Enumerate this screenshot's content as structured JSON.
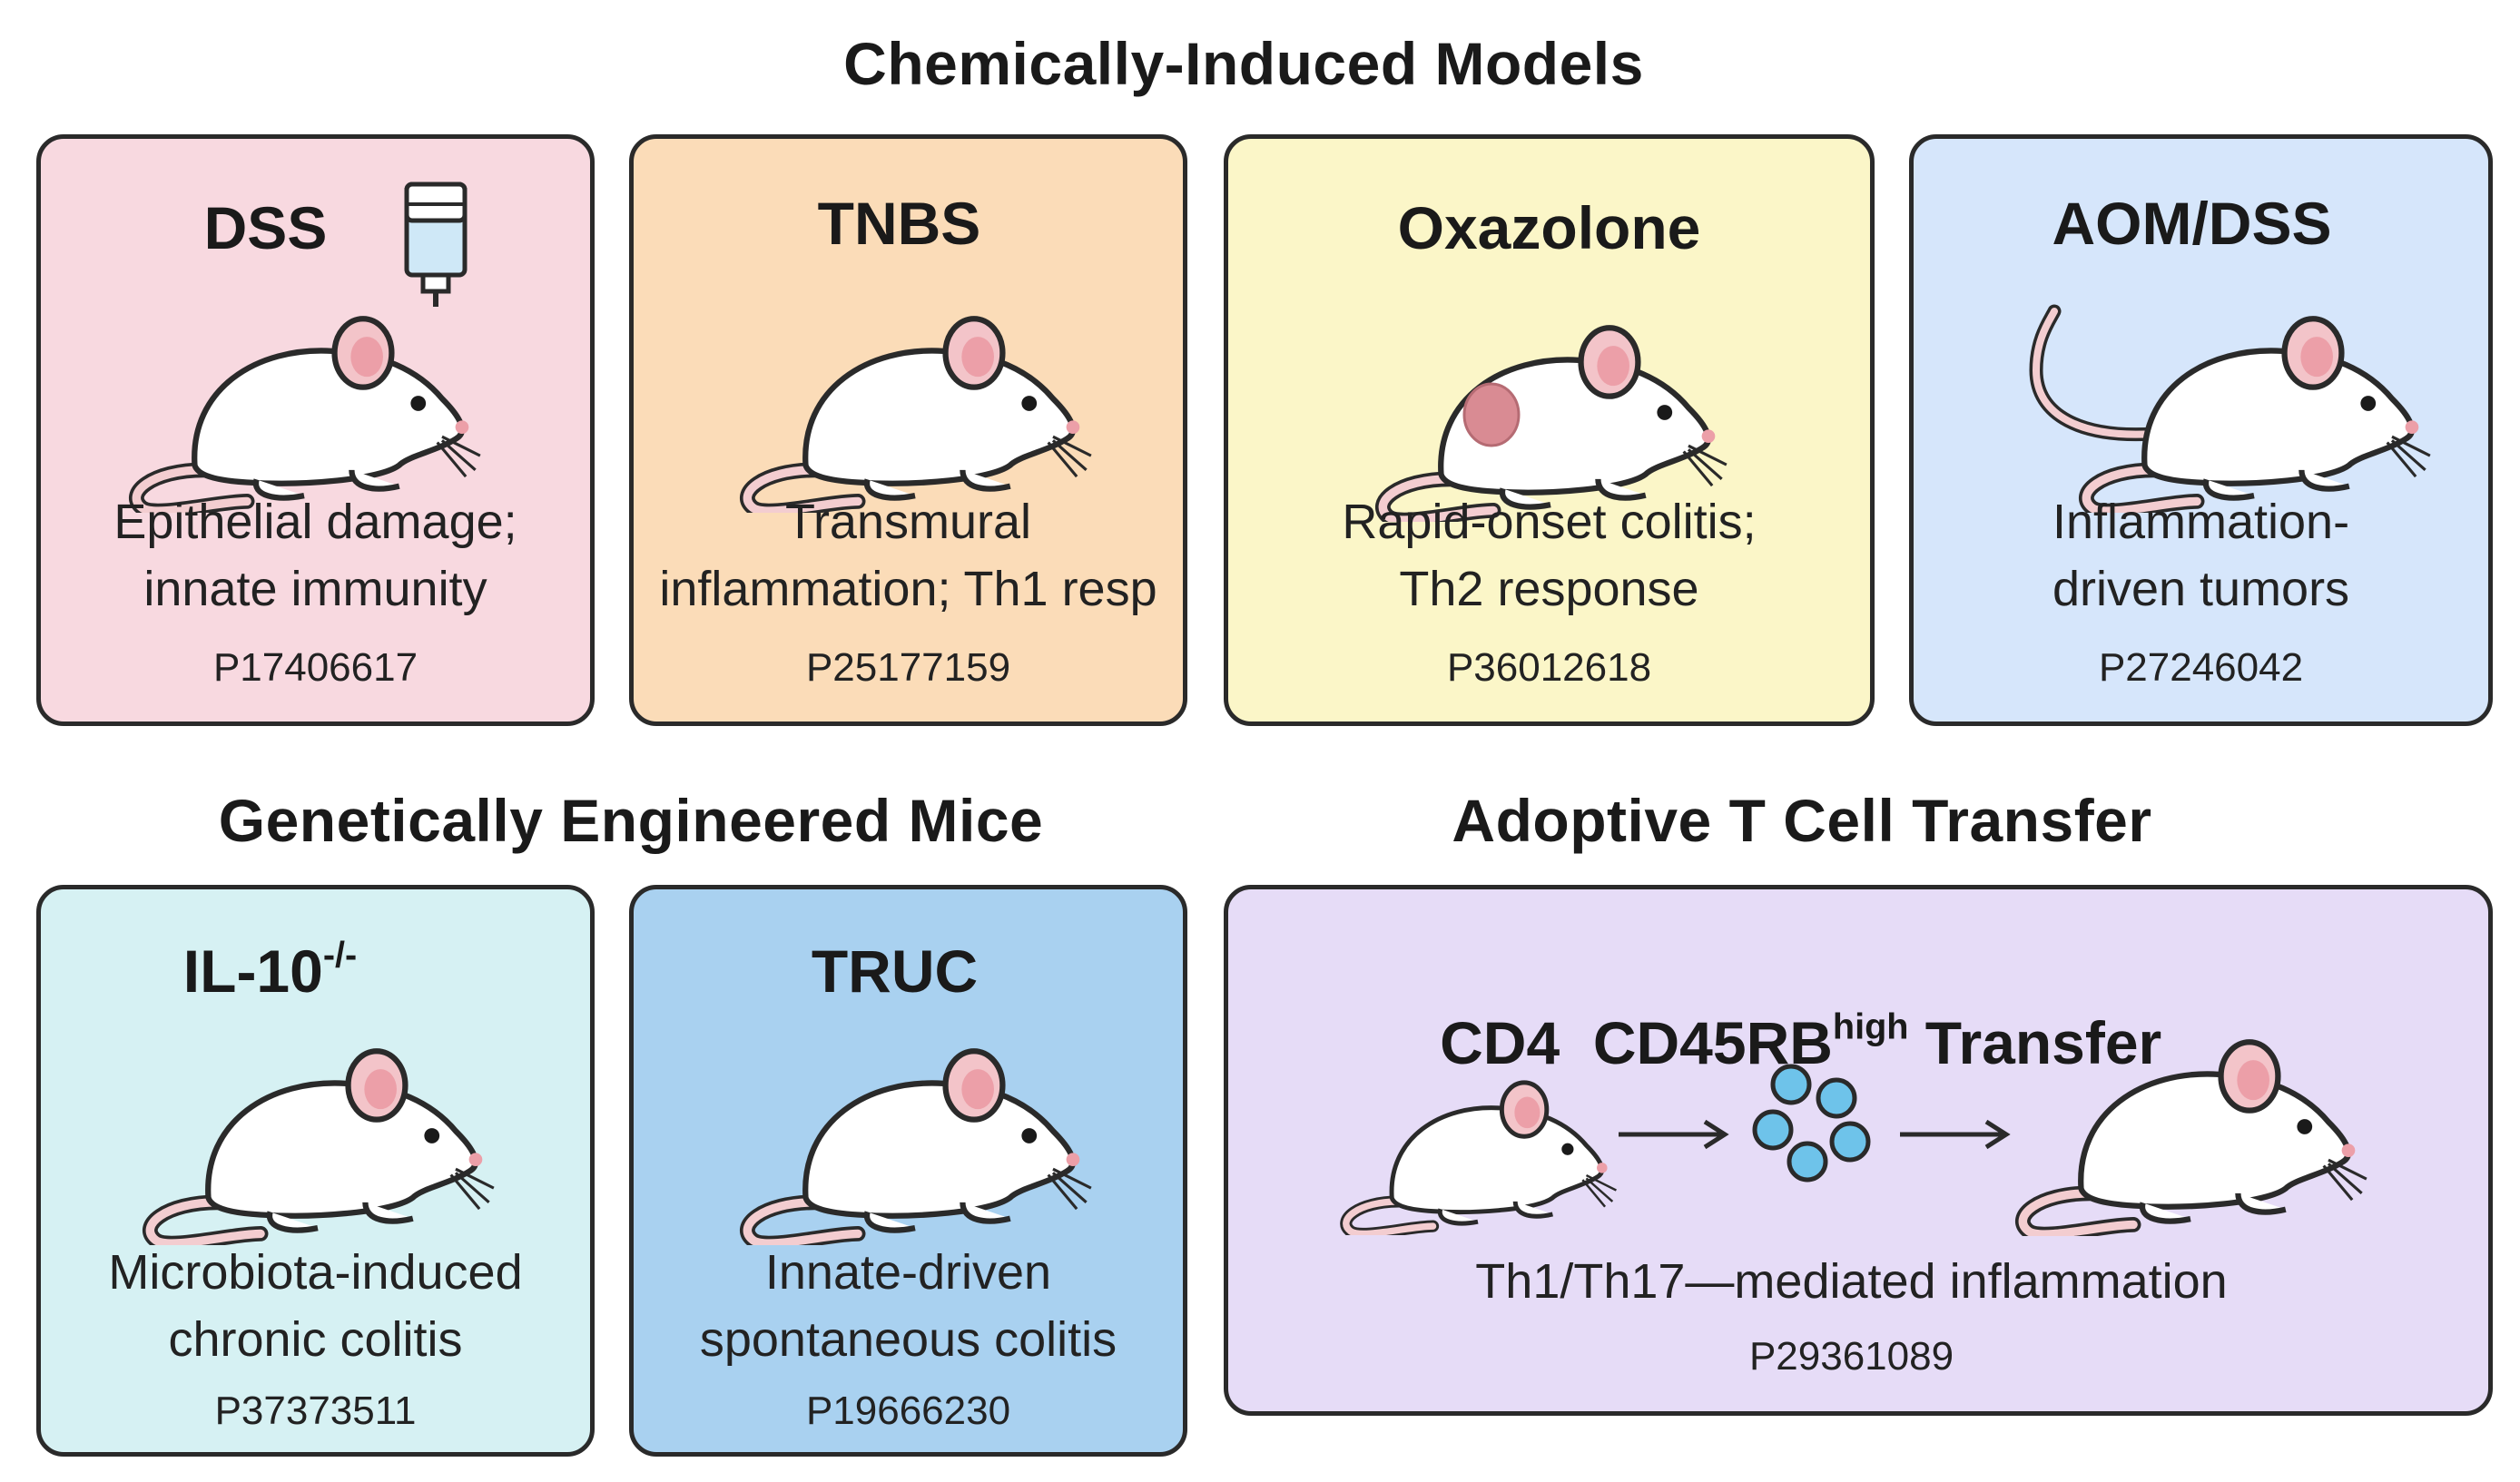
{
  "sections": {
    "chemical": "Chemically-Induced Models",
    "genetic": "Genetically Engineered Mice",
    "transfer": "Adoptive T Cell Transfer"
  },
  "cards": {
    "dss": {
      "title": "DSS",
      "desc1": "Epithelial damage;",
      "desc2": "innate immunity",
      "ref": "P17406617",
      "color": "#f8d9e0"
    },
    "tnbs": {
      "title": "TNBS",
      "desc1": "Transmural",
      "desc2": "inflammation; Th1 resp",
      "ref": "P25177159",
      "color": "#fbdcb8"
    },
    "oxazolone": {
      "title": "Oxazolone",
      "desc1": "Rapid-onset colitis;",
      "desc2": "Th2 response",
      "ref": "P36012618",
      "color": "#fbf6c8"
    },
    "aomdss": {
      "title": "AOM/DSS",
      "desc1": "Inflammation-",
      "desc2": "driven tumors",
      "ref": "P27246042",
      "color": "#d6e6fb"
    },
    "il10": {
      "title_main": "IL-10",
      "title_sup": "-/-",
      "desc1": "Microbiota-induced",
      "desc2": "chronic colitis",
      "ref": "P37373511",
      "color": "#d6f1f3"
    },
    "truc": {
      "title": "TRUC",
      "desc1": "Innate-driven",
      "desc2": "spontaneous colitis",
      "ref": "P19666230",
      "color": "#a9d1f0"
    },
    "cd4": {
      "title_a": "CD4  CD45RB",
      "title_sup": "high",
      "title_b": " Transfer",
      "desc1": "Th1/Th17—mediated inflammation",
      "ref": "P29361089",
      "color": "#e6dcf7"
    }
  },
  "icons": [
    "mouse-icon",
    "water-bottle-icon",
    "arrow-right-icon",
    "t-cells-icon"
  ]
}
